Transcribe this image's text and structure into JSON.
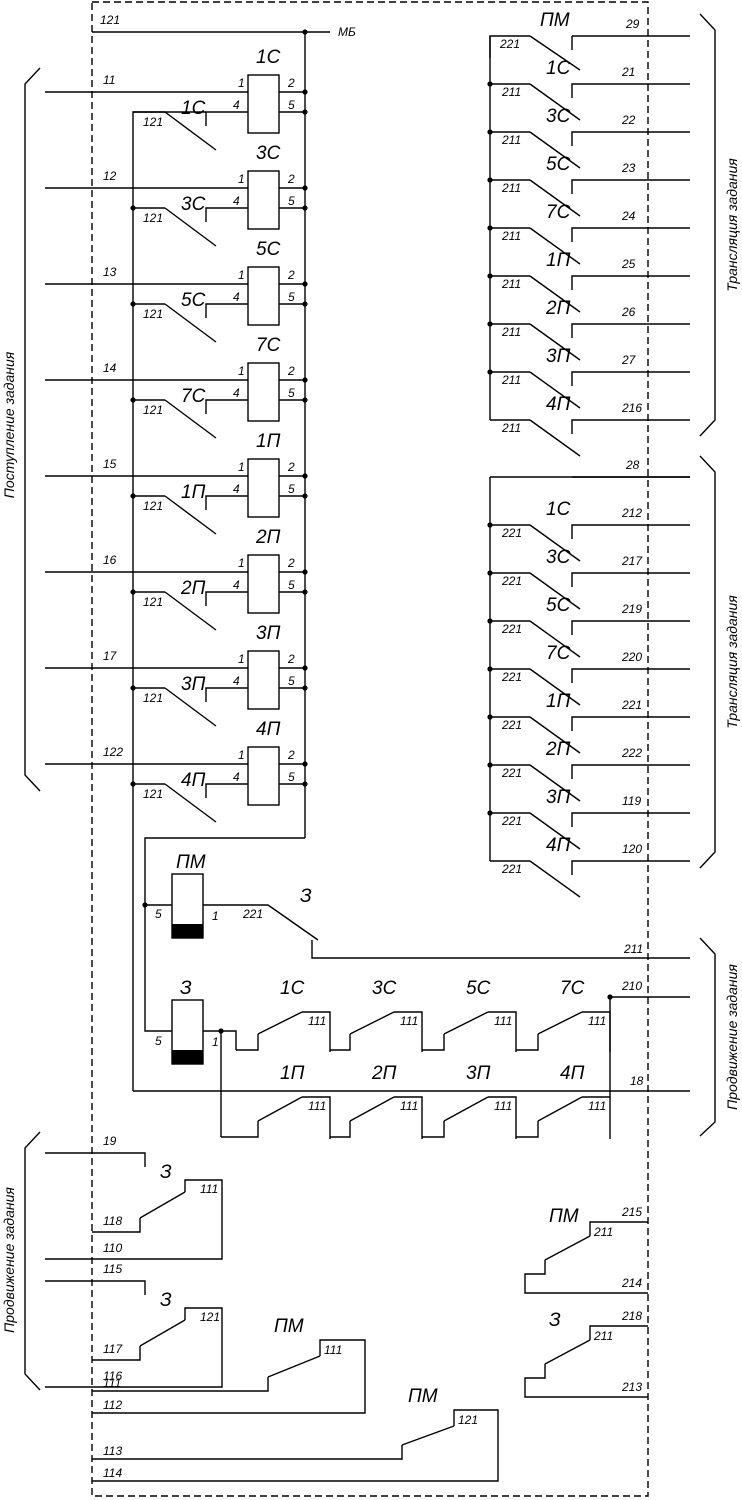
{
  "top_wire": {
    "number": "121",
    "bus": "МБ"
  },
  "left_brace_label": "Поступление задания",
  "right_brace_labels": [
    "Трансляция задания",
    "Трансляция задания",
    "Продвижение задания"
  ],
  "lower_left_brace_label": "Продвижение задания",
  "pins": [
    "1",
    "2",
    "4",
    "5"
  ],
  "relays": [
    {
      "name": "1С",
      "input": "11",
      "contact": "121"
    },
    {
      "name": "3С",
      "input": "12",
      "contact": "121"
    },
    {
      "name": "5С",
      "input": "13",
      "contact": "121"
    },
    {
      "name": "7С",
      "input": "14",
      "contact": "121"
    },
    {
      "name": "1П",
      "input": "15",
      "contact": "121"
    },
    {
      "name": "2П",
      "input": "16",
      "contact": "121"
    },
    {
      "name": "3П",
      "input": "17",
      "contact": "121"
    },
    {
      "name": "4П",
      "input": "122",
      "contact": "121"
    }
  ],
  "bank1": {
    "header": {
      "name": "ПМ",
      "contact": "221",
      "wire": "29"
    },
    "rows": [
      {
        "name": "1С",
        "contact": "211",
        "wire": "21"
      },
      {
        "name": "3С",
        "contact": "211",
        "wire": "22"
      },
      {
        "name": "5С",
        "contact": "211",
        "wire": "23"
      },
      {
        "name": "7С",
        "contact": "211",
        "wire": "24"
      },
      {
        "name": "1П",
        "contact": "211",
        "wire": "25"
      },
      {
        "name": "2П",
        "contact": "211",
        "wire": "26"
      },
      {
        "name": "3П",
        "contact": "211",
        "wire": "27"
      },
      {
        "name": "4П",
        "contact": "211",
        "wire": "216"
      }
    ]
  },
  "bank2": {
    "header_wire": "28",
    "rows": [
      {
        "name": "1С",
        "contact": "221",
        "wire": "212"
      },
      {
        "name": "3С",
        "contact": "221",
        "wire": "217"
      },
      {
        "name": "5С",
        "contact": "221",
        "wire": "219"
      },
      {
        "name": "7С",
        "contact": "221",
        "wire": "220"
      },
      {
        "name": "1П",
        "contact": "221",
        "wire": "221"
      },
      {
        "name": "2П",
        "contact": "221",
        "wire": "222"
      },
      {
        "name": "3П",
        "contact": "221",
        "wire": "119"
      },
      {
        "name": "4П",
        "contact": "221",
        "wire": "120"
      }
    ]
  },
  "pm_relay": {
    "name": "ПМ",
    "pin_left": "5",
    "pin_right": "1",
    "contact": "221",
    "switch_label": "З",
    "out_wire": "211"
  },
  "z_relay": {
    "name": "З",
    "pin_left": "5",
    "pin_right": "1",
    "out_wire": "210",
    "bottom_wire": "18"
  },
  "chain_top": [
    {
      "name": "1С",
      "contact": "111"
    },
    {
      "name": "3С",
      "contact": "111"
    },
    {
      "name": "5С",
      "contact": "111"
    },
    {
      "name": "7С",
      "contact": "111"
    }
  ],
  "chain_bottom": [
    {
      "name": "1П",
      "contact": "111"
    },
    {
      "name": "2П",
      "contact": "111"
    },
    {
      "name": "3П",
      "contact": "111"
    },
    {
      "name": "4П",
      "contact": "111"
    }
  ],
  "lower_left_switches": [
    {
      "name": "З",
      "in_wire": "19",
      "mid_wire": "118",
      "out_wire": "110",
      "contact": "111"
    },
    {
      "name": "З",
      "in_wire": "115",
      "mid_wire": "117",
      "out_wire": "116",
      "contact": "121"
    }
  ],
  "pm_switches": [
    {
      "name": "ПМ",
      "in_wire": "111",
      "out_wire": "112",
      "contact": "111"
    },
    {
      "name": "ПМ",
      "in_wire": "113",
      "out_wire": "114",
      "contact": "121"
    }
  ],
  "right_switches": [
    {
      "name": "ПМ",
      "contact": "211",
      "top_wire": "215",
      "bottom_wire": "214"
    },
    {
      "name": "З",
      "contact": "211",
      "top_wire": "218",
      "bottom_wire": "213"
    }
  ]
}
